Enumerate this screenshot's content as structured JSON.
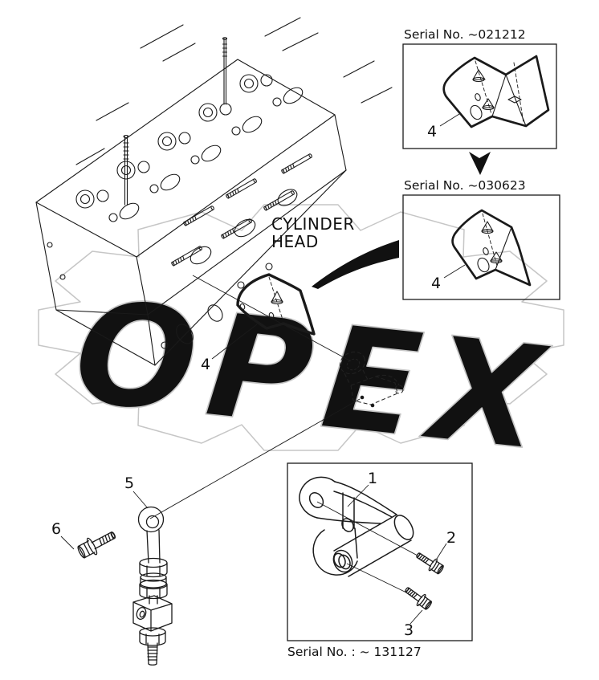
{
  "watermark": {
    "text": "OPEX",
    "color": "#c6c6c6"
  },
  "main_view": {
    "heading_line1": "CYLINDER",
    "heading_line2": "HEAD",
    "callout_4": "4",
    "callout_5": "5",
    "callout_6": "6"
  },
  "inset_top": {
    "serial": "Serial No. ~021212",
    "callout_4": "4"
  },
  "inset_middle": {
    "serial": "Serial No. ~030623",
    "callout_4": "4"
  },
  "inset_bottom": {
    "serial": "Serial No. : ~ 131127",
    "callout_1": "1",
    "callout_2": "2",
    "callout_3": "3"
  },
  "colors": {
    "line": "#1a1a1a",
    "watermark": "#c6c6c6"
  }
}
